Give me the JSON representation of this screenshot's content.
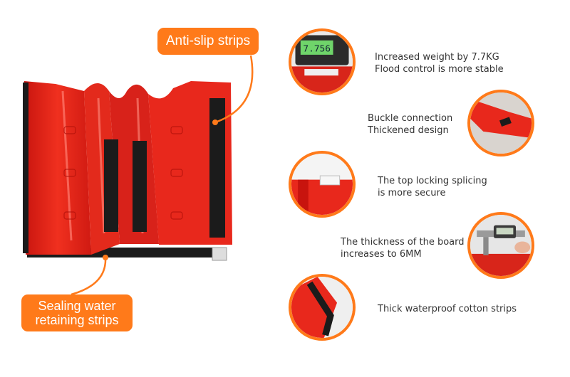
{
  "callouts": {
    "top": "Anti-slip strips",
    "bottom": "Sealing water retaining strips"
  },
  "features": [
    {
      "icon": "weighing-scale-icon",
      "lines": [
        "Increased weight by 7.7KG",
        "Flood control is more stable"
      ],
      "reading": "7.756"
    },
    {
      "icon": "buckle-icon",
      "lines": [
        "Buckle connection",
        "Thickened design"
      ]
    },
    {
      "icon": "locking-splice-icon",
      "lines": [
        "The top locking splicing",
        "is more secure"
      ]
    },
    {
      "icon": "caliper-icon",
      "lines": [
        "The thickness of the board",
        "increases to 6MM"
      ]
    },
    {
      "icon": "cotton-strip-icon",
      "lines": [
        "Thick waterproof cotton strips"
      ]
    }
  ],
  "colors": {
    "accent": "#ff7a1a",
    "product_red": "#e8261c",
    "strip_black": "#1b1b1b"
  }
}
